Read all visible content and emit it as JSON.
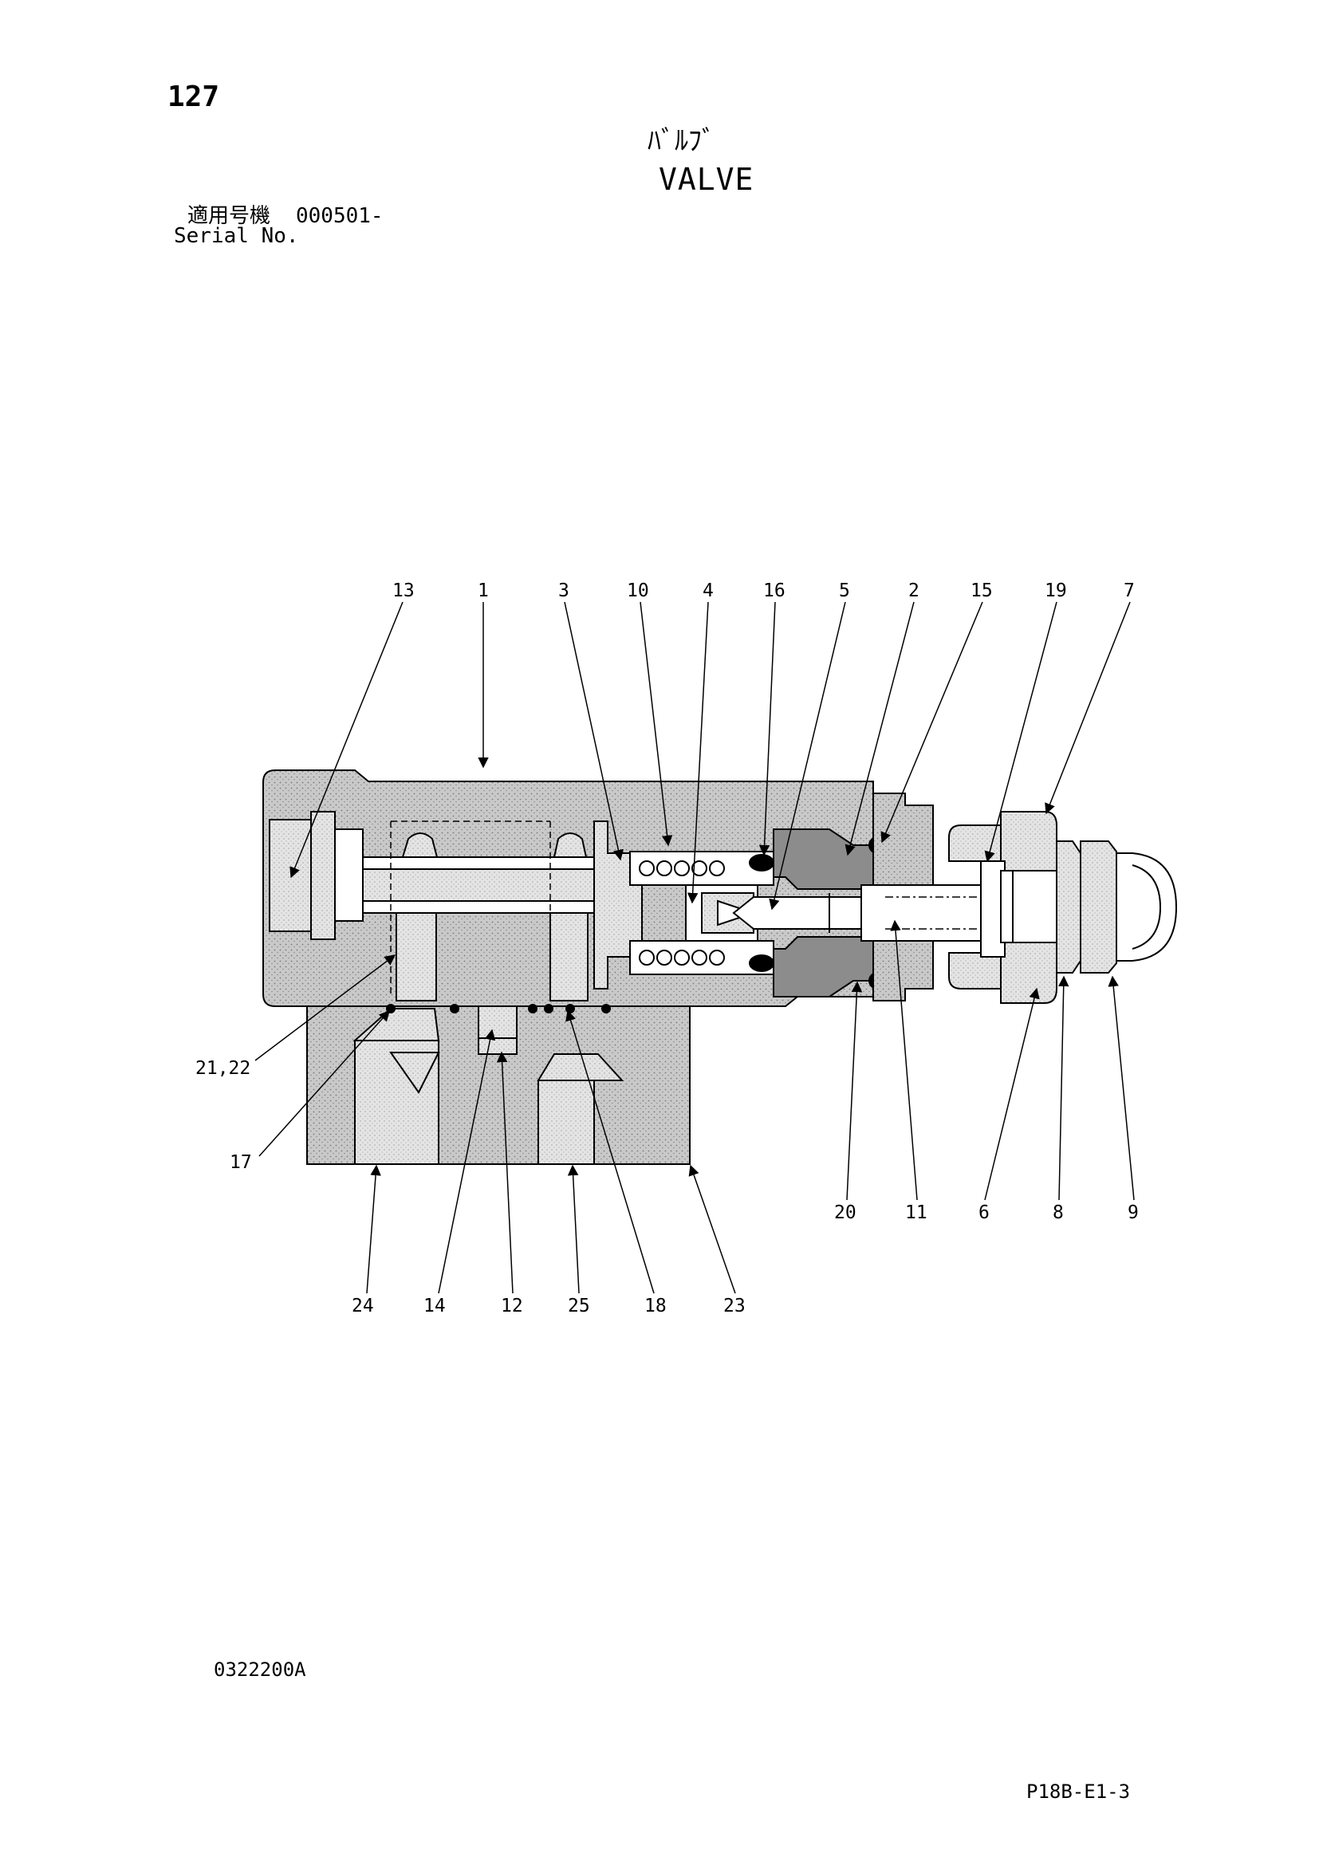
{
  "header": {
    "page_number": "127",
    "title_jp": "ﾊﾞﾙﾌﾞ",
    "title_en": "VALVE",
    "serial_label_jp": "適用号機",
    "serial_value": "000501-",
    "serial_label_en": "Serial No."
  },
  "diagram": {
    "callouts": [
      "13",
      "1",
      "3",
      "10",
      "4",
      "16",
      "5",
      "2",
      "15",
      "19",
      "7",
      "21,22",
      "17",
      "20",
      "11",
      "6",
      "8",
      "9",
      "24",
      "14",
      "12",
      "25",
      "18",
      "23"
    ]
  },
  "footer": {
    "drawing_code": "0322200A",
    "page_ref": "P18B-E1-3"
  }
}
